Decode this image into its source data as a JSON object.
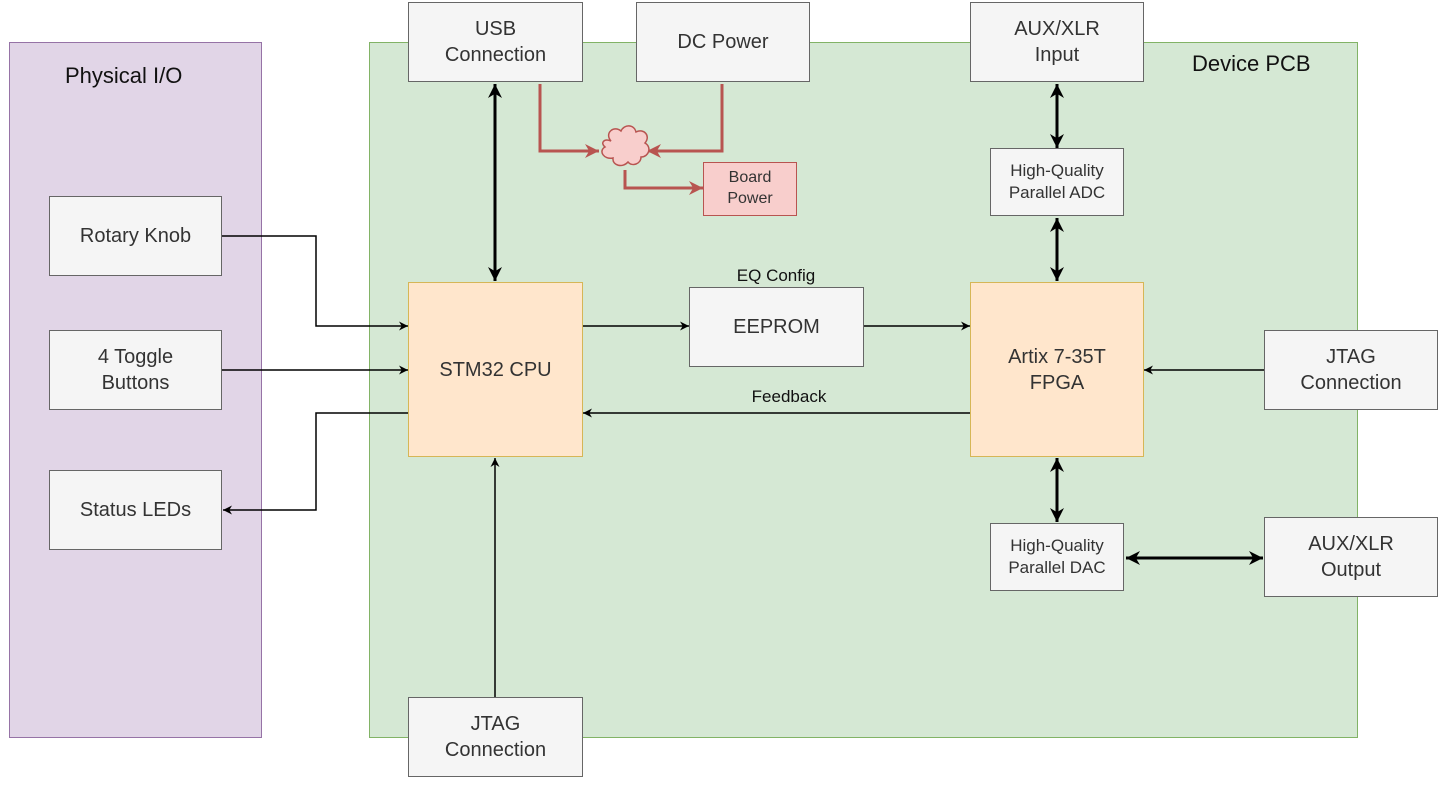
{
  "regions": {
    "physical_io": "Physical I/O",
    "device_pcb": "Device PCB"
  },
  "nodes": {
    "rotary_knob": "Rotary Knob",
    "toggle_buttons": "4 Toggle\nButtons",
    "status_leds": "Status LEDs",
    "usb_connection": "USB\nConnection",
    "dc_power": "DC Power",
    "board_power": "Board\nPower",
    "stm32_cpu": "STM32 CPU",
    "eeprom": "EEPROM",
    "jtag_cpu": "JTAG\nConnection",
    "aux_input": "AUX/XLR\nInput",
    "adc": "High-Quality\nParallel ADC",
    "fpga": "Artix 7-35T\nFPGA",
    "jtag_fpga": "JTAG\nConnection",
    "dac": "High-Quality\nParallel DAC",
    "aux_output": "AUX/XLR\nOutput"
  },
  "edge_labels": {
    "eq_config": "EQ Config",
    "feedback": "Feedback"
  },
  "colors": {
    "physical_io_fill": "#e1d5e7",
    "pcb_fill": "#d5e8d4",
    "chip_fill": "#ffe6cc",
    "power_fill": "#f8cecc",
    "power_line": "#b85450"
  }
}
